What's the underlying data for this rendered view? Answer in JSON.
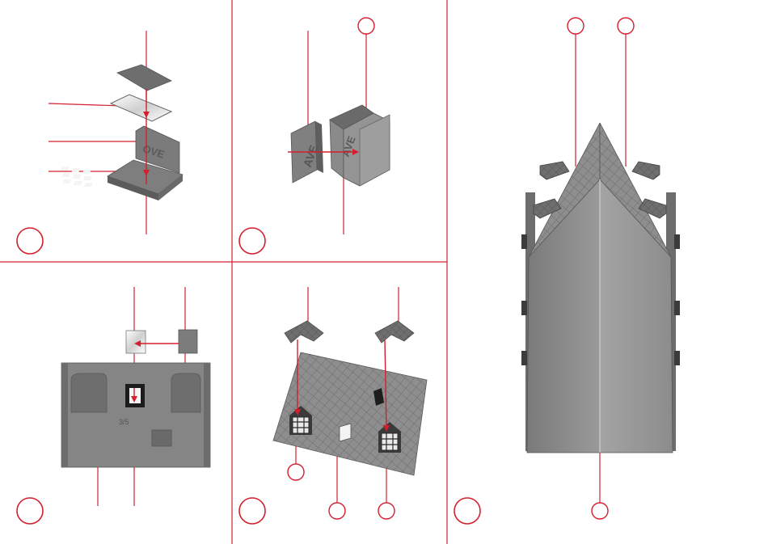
{
  "diagram": {
    "title": "",
    "panels": [
      {
        "id": "A",
        "label": ""
      },
      {
        "id": "B",
        "label": ""
      },
      {
        "id": "C",
        "label": ""
      },
      {
        "id": "D",
        "label": ""
      },
      {
        "id": "E",
        "label": ""
      }
    ],
    "part_markings": {
      "chimney_letters": "OVE",
      "brick_side_text": "AVE",
      "dormer_mark": "3/5"
    },
    "colors": {
      "divider": "#d2202e",
      "callout": "#d2202e",
      "part_dark": "#6d6d6d",
      "part_mid": "#8a8a8a",
      "part_light": "#a8a8a8",
      "background": "#ffffff"
    }
  }
}
